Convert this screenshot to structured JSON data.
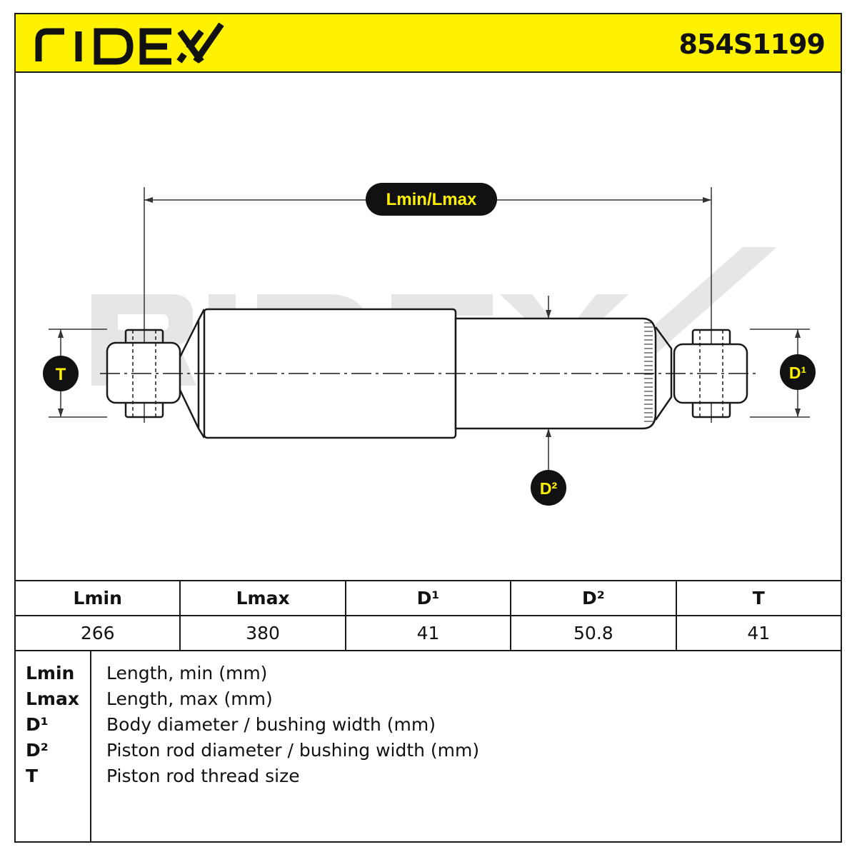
{
  "brand": "RIDEX",
  "part_number": "854S1199",
  "colors": {
    "accent": "#fff200",
    "ink": "#1a1a1a",
    "watermark": "#e6e6e6"
  },
  "drawing": {
    "length_label": "Lmin/Lmax",
    "t_label": "T",
    "d1_label": "D¹",
    "d2_label": "D²"
  },
  "spec_table": {
    "headers": [
      "Lmin",
      "Lmax",
      "D¹",
      "D²",
      "T"
    ],
    "values": [
      "266",
      "380",
      "41",
      "50.8",
      "41"
    ]
  },
  "legend": [
    {
      "key": "Lmin",
      "desc": "Length, min (mm)"
    },
    {
      "key": "Lmax",
      "desc": "Length, max (mm)"
    },
    {
      "key": "D¹",
      "desc": "Body diameter / bushing width (mm)"
    },
    {
      "key": "D²",
      "desc": "Piston rod diameter / bushing width (mm)"
    },
    {
      "key": "T",
      "desc": "Piston rod thread size"
    }
  ]
}
